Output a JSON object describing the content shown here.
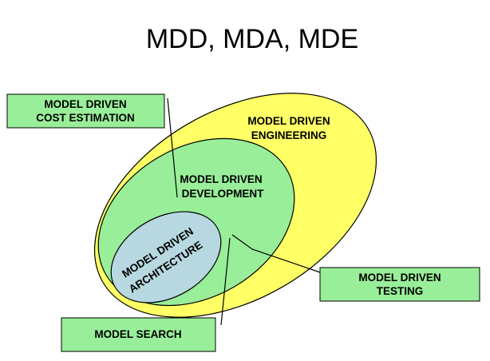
{
  "title": "MDD, MDA, MDE",
  "colors": {
    "engineering_fill": "#ffff66",
    "development_fill": "#99ee99",
    "architecture_fill": "#b7d8e0",
    "callout_fill": "#99ee99",
    "outline": "#000000"
  },
  "ellipses": {
    "engineering": {
      "line1": "MODEL DRIVEN",
      "line2": "ENGINEERING"
    },
    "development": {
      "line1": "MODEL DRIVEN",
      "line2": "DEVELOPMENT"
    },
    "architecture": {
      "line1": "MODEL DRIVEN",
      "line2": "ARCHITECTURE"
    }
  },
  "callouts": {
    "cost_estimation": {
      "line1": "MODEL DRIVEN",
      "line2": "COST ESTIMATION"
    },
    "testing": {
      "line1": "MODEL DRIVEN",
      "line2": "TESTING"
    },
    "search": {
      "line1": "MODEL SEARCH"
    }
  }
}
